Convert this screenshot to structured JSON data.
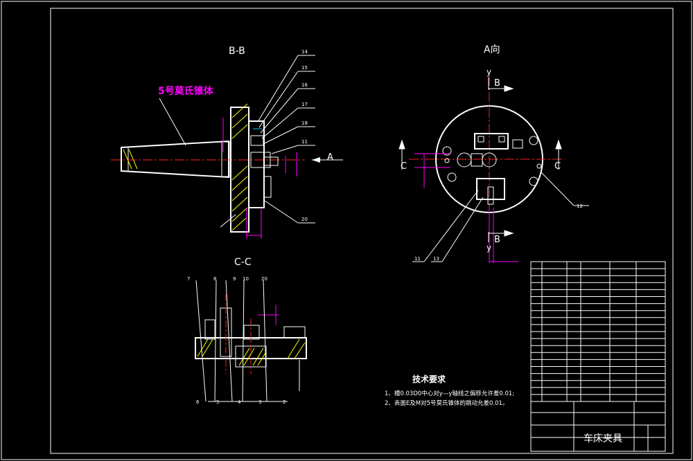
{
  "views": {
    "bb_title": "B-B",
    "a_title": "A向",
    "cc_title": "C-C"
  },
  "labels": {
    "taper": "5号莫氏锥体",
    "arrow_a": "A",
    "section_b": "B",
    "section_c": "C",
    "axis_y": "y"
  },
  "balloons_bb": [
    "14",
    "15",
    "16",
    "17",
    "18",
    "11",
    "20"
  ],
  "balloons_a": [
    "12",
    "11",
    "13"
  ],
  "balloons_cc_top": [
    "7",
    "8",
    "9",
    "10",
    "20"
  ],
  "balloons_cc_bottom": [
    "6",
    "5",
    "4",
    "3",
    "2"
  ],
  "tech": {
    "title": "技术要求",
    "line1": "1、槽0.03D0中心对y—y轴线之偏移允许差0.01;",
    "line2": "2、表面E及M对5号莫氏锥体的跳动允差0.01。"
  },
  "title_block": {
    "name": "车床夹具"
  },
  "colors": {
    "background": "#000000",
    "outline": "#ffffff",
    "center_line": "#ff2020",
    "dimension": "#ff00ff",
    "hatch": "#ffff00"
  }
}
